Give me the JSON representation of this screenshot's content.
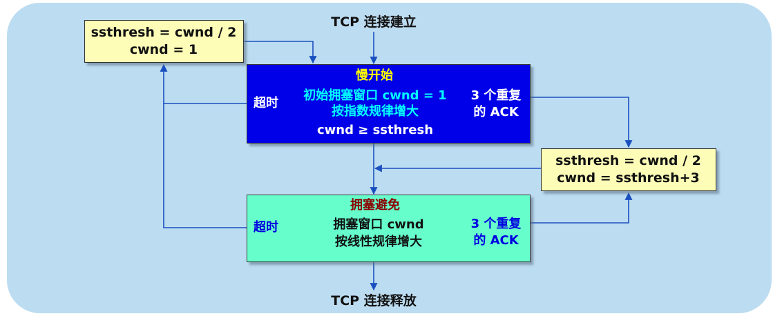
{
  "diagram": {
    "start_label": "TCP 连接建立",
    "end_label": "TCP 连接释放",
    "timeout_reset_box": {
      "line1": "ssthresh = cwnd / 2",
      "line2": "cwnd = 1"
    },
    "fast_recovery_box": {
      "line1": "ssthresh = cwnd / 2",
      "line2": "cwnd = ssthresh+3"
    },
    "slow_start": {
      "title": "慢开始",
      "line1": "初始拥塞窗口 cwnd = 1",
      "line2": "按指数规律增大",
      "line3": "cwnd ≥ ssthresh",
      "timeout_label": "超时",
      "dup_ack_line1": "3 个重复",
      "dup_ack_line2": "的 ACK"
    },
    "congestion_avoidance": {
      "title": "拥塞避免",
      "line1": "拥塞窗口 cwnd",
      "line2": "按线性规律增大",
      "timeout_label": "超时",
      "dup_ack_line1": "3 个重复",
      "dup_ack_line2": "的 ACK"
    },
    "colors": {
      "panel": "#bcdcf1",
      "slow_start_fill": "#0000e8",
      "congestion_fill": "#66ffcc",
      "note_fill": "#fdfdb8",
      "arrow": "#1a4fc0",
      "title_yellow": "#ffff00",
      "text_cyan": "#00ffff",
      "title_darkred": "#8b0000",
      "text_blue": "#0000e0"
    }
  }
}
